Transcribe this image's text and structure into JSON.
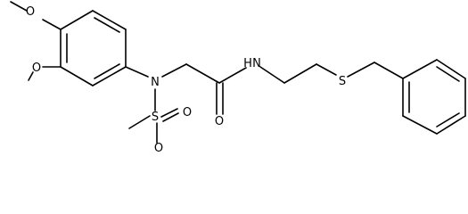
{
  "molecule": {
    "atoms": {
      "o_methoxy_top": "O",
      "o_methoxy_mid": "O",
      "n_sulfonamide": "N",
      "s_sulfonyl": "S",
      "o_sulfonyl_left": "O",
      "o_sulfonyl_right": "O",
      "o_carbonyl": "O",
      "nh_amide": "N",
      "h_amide": "H",
      "s_thioether": "S"
    },
    "colors": {
      "bond": "#000000",
      "label": "#000000",
      "background": "#ffffff"
    }
  }
}
